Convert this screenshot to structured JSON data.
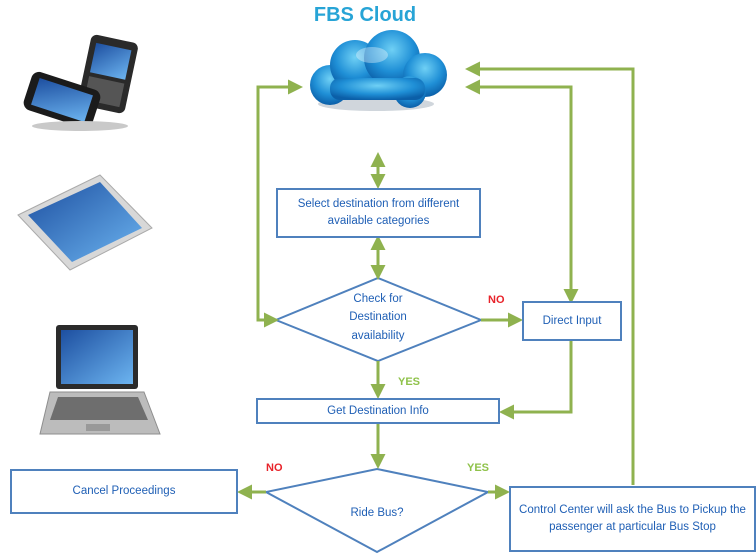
{
  "title": "FBS Cloud",
  "nodes": {
    "select_destination": "Select destination from different available categories",
    "check_availability": "Check for Destination availability",
    "direct_input": "Direct Input",
    "get_info": "Get Destination Info",
    "ride_bus": "Ride Bus?",
    "cancel": "Cancel Proceedings",
    "control_center": "Control Center will ask the Bus to Pickup the passenger at particular Bus Stop"
  },
  "edge_labels": {
    "check_no": "NO",
    "check_yes": "YES",
    "ride_no": "NO",
    "ride_yes": "YES"
  },
  "devices": [
    "phone-icon",
    "tablet-icon",
    "laptop-icon"
  ],
  "colors": {
    "connector": "#8fb24f",
    "box_border": "#4f81bd",
    "text": "#1f5fb5",
    "title": "#27a4d6",
    "no": "#e8232a",
    "yes": "#8fc24a"
  }
}
